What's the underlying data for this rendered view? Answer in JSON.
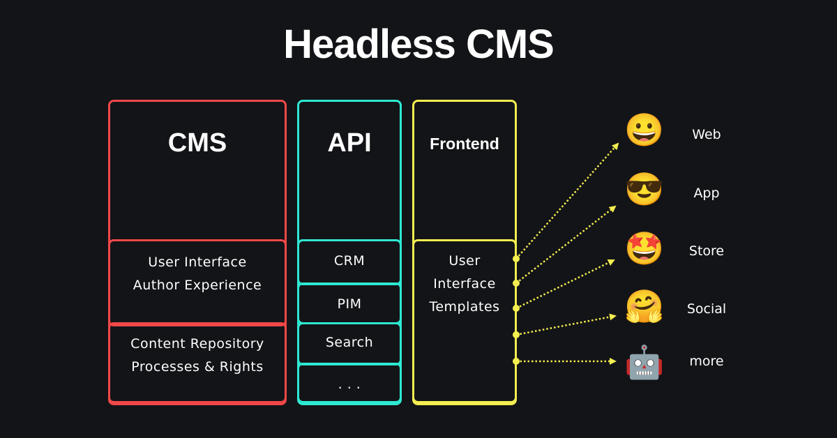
{
  "title": "Headless CMS",
  "columns": {
    "cms": {
      "heading": "CMS",
      "color": "#f04848",
      "sections": [
        {
          "lines": [
            "User Interface",
            "Author Experience"
          ]
        },
        {
          "lines": [
            "Content Repository",
            "Processes & Rights"
          ]
        }
      ]
    },
    "api": {
      "heading": "API",
      "color": "#2ee8d2",
      "sections": [
        {
          "label": "CRM"
        },
        {
          "label": "PIM"
        },
        {
          "label": "Search"
        },
        {
          "label": ". . ."
        }
      ]
    },
    "frontend": {
      "heading": "Frontend",
      "color": "#f4ee50",
      "sections": [
        {
          "lines": [
            "User",
            "Interface",
            "Templates"
          ]
        }
      ]
    }
  },
  "targets": [
    {
      "emoji": "😀",
      "label": "Web"
    },
    {
      "emoji": "😎",
      "label": "App"
    },
    {
      "emoji": "🤩",
      "label": "Store"
    },
    {
      "emoji": "🤗",
      "label": "Social"
    },
    {
      "emoji": "🤖",
      "label": "more"
    }
  ],
  "colors": {
    "background": "#131417",
    "arrow": "#f4ee50",
    "text": "#ffffff"
  }
}
